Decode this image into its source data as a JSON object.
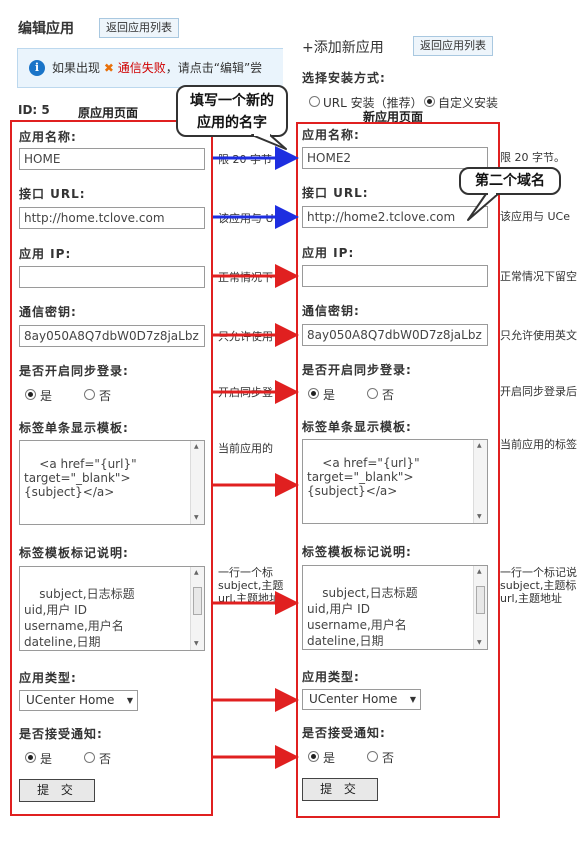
{
  "left_panel": {
    "title": "编辑应用",
    "back_button": "返回应用列表",
    "notice": {
      "prefix": "如果出现",
      "error_text": "通信失败",
      "suffix": "，请点击“编辑”尝"
    },
    "id_label": "ID: 5",
    "page_caption": "原应用页面"
  },
  "right_panel": {
    "title": "+添加新应用",
    "back_button": "返回应用列表",
    "install_label": "选择安装方式:",
    "install_options": [
      "URL 安装（推荐）",
      "自定义安装"
    ],
    "install_selected": 1,
    "page_caption": "新应用页面"
  },
  "callouts": {
    "name_tip": "填写一个新的\n应用的名字",
    "domain_tip": "第二个域名"
  },
  "form_labels": {
    "app_name": "应用名称:",
    "api_url": "接口 URL:",
    "app_ip": "应用 IP:",
    "secret": "通信密钥:",
    "sync_login": "是否开启同步登录:",
    "tag_template": "标签单条显示模板:",
    "tag_markup": "标签模板标记说明:",
    "app_type": "应用类型:",
    "notify": "是否接受通知:"
  },
  "left_form": {
    "app_name": "HOME",
    "api_url": "http://home.tclove.com",
    "app_ip": "",
    "secret": "8ay050A8Q7dbW0D7z8jaLbz",
    "sync_login": {
      "options": [
        "是",
        "否"
      ],
      "selected": 0
    },
    "tag_template": "<a href=\"{url}\"\ntarget=\"_blank\">\n{subject}</a>",
    "tag_markup": "subject,日志标题\nuid,用户 ID\nusername,用户名\ndateline,日期\nspaceurl,空间地址",
    "app_type": "UCenter Home",
    "notify": {
      "options": [
        "是",
        "否"
      ],
      "selected": 0
    },
    "submit": "提 交"
  },
  "right_form": {
    "app_name": "HOME2",
    "api_url": "http://home2.tclove.com",
    "app_ip": "",
    "secret": "8ay050A8Q7dbW0D7z8jaLbz",
    "sync_login": {
      "options": [
        "是",
        "否"
      ],
      "selected": 0
    },
    "tag_template": "<a href=\"{url}\"\ntarget=\"_blank\">\n{subject}</a>",
    "tag_markup": "subject,日志标题\nuid,用户 ID\nusername,用户名\ndateline,日期\nspaceurl,空间地址",
    "app_type": "UCenter Home",
    "notify": {
      "options": [
        "是",
        "否"
      ],
      "selected": 0
    },
    "submit": "提 交"
  },
  "left_hints": {
    "app_name": "限 20 字节",
    "api_url": "该应用与 U",
    "app_ip": "正常情况下",
    "secret": "只允许使用",
    "sync_login": "开启同步登",
    "tag_template": "当前应用的",
    "tag_markup": "一行一个标\nsubject,主题\nurl,主题地址"
  },
  "right_hints": {
    "app_name": "限 20 字节。",
    "api_url": "该应用与 UCe",
    "app_ip": "正常情况下留空",
    "secret": "只允许使用英文",
    "sync_login": "开启同步登录后",
    "tag_template": "当前应用的标签",
    "tag_markup": "一行一个标记说\nsubject,主题标\nurl,主题地址"
  },
  "colors": {
    "annotation_red": "#e02020",
    "annotation_blue": "#1e2ee0",
    "notice_bg": "#eaf4fc",
    "info_blue": "#1a74c8"
  }
}
